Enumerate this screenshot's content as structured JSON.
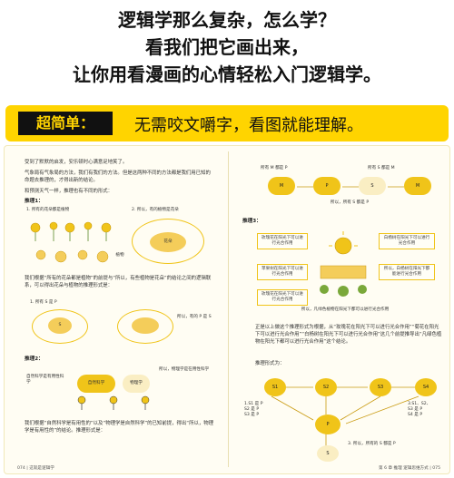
{
  "headlines": [
    "逻辑学那么复杂，怎么学？",
    "看我们把它画出来，",
    "让你用看漫画的心情轻松入门逻辑学。"
  ],
  "band": {
    "label": "超简单：",
    "text": "无需咬文嚼字，看图就能理解。"
  },
  "left_page": {
    "p1": "受到了默默的启发，安乐顿时心满意足地笑了。",
    "p2": "气象局有气象局的方法，我们有我们的方法。但是这两种不同的方法都是我们用已知的命题去推理的，才得出新的结论。",
    "p3": "和预测天气一样，推理也有不同的形式：",
    "sub1": "推理1：",
    "fig1_left_caption": "1. 所有的花朵都是植物",
    "fig1_right_caption": "2. 所以，有的植物是花朵",
    "fig1_inner1": "花朵",
    "fig1_inner2": "植物",
    "p4": "我们根据“所有的花朵都是植物”的前提与“所以，有些植物是花朵”的结论之间的逻辑联系，可以得出花朵与植物的推理形式是：",
    "fig2_caption": "1. 所有 S 是 P",
    "fig2_inner_label": "S",
    "fig2_right_caption": "所以，有的 P 是 S",
    "sub2": "推理2：",
    "fig3_left": "自然科学是有用性科学",
    "fig3_center": "自然科学",
    "fig3_right": "物理学",
    "fig3_right_top": "所以，物理学是在用性科学",
    "p5": "我们根据“自然科学是有用性的”以及“物理学是自然科学”的已知前提，得出“所以，物理学是有用性的”的结论。推理形式是：",
    "footer": "074 | 这就是逻辑学"
  },
  "right_page": {
    "top_label_left": "所有 M 都是 P",
    "top_label_right": "所有 S 都是 M",
    "top_nodes": [
      "M",
      "P",
      "S",
      "M"
    ],
    "top_caption": "所以，所有 S 都是 P",
    "sub3": "推理3：",
    "c1": "玫瑰花在阳光下可以进行光合作用",
    "c2": "白杨树在阳光下可以进行光合作用",
    "c3": "苹果树在阳光下可以进行光合作用",
    "c4": "所以，白杨树在阳光下都能进行光合作用",
    "c5": "玫瑰花在阳光下可以进行光合作用",
    "bottom_caption": "所以，凡绿色植物在阳光下都可以进行光合作用",
    "p6": "正是以上做这个推理形式为根据，从“玫瑰花在阳光下可以进行光合作用”“菊花在阳光下可以进行光合作用”“白杨树在阳光下可以进行光合作用”这几个前提推导出“凡绿色植物在阳光下都可以进行光合作用”这个结论。",
    "p7": "推理形式为：",
    "nodes_s": [
      "S1",
      "S2",
      "S3",
      "S4"
    ],
    "p_label": "P",
    "s_label": "S",
    "side_left": "1.S1 是 P\nS2 是 P\nS3 是 P",
    "side_right": "3.S1、S2、\nS3 是 P\nS4 是 P",
    "bottom_conc": "3. 所以，所有的 S 都是 P",
    "footer": "第 6 章   推理 逻辑思维方式 | 075"
  }
}
